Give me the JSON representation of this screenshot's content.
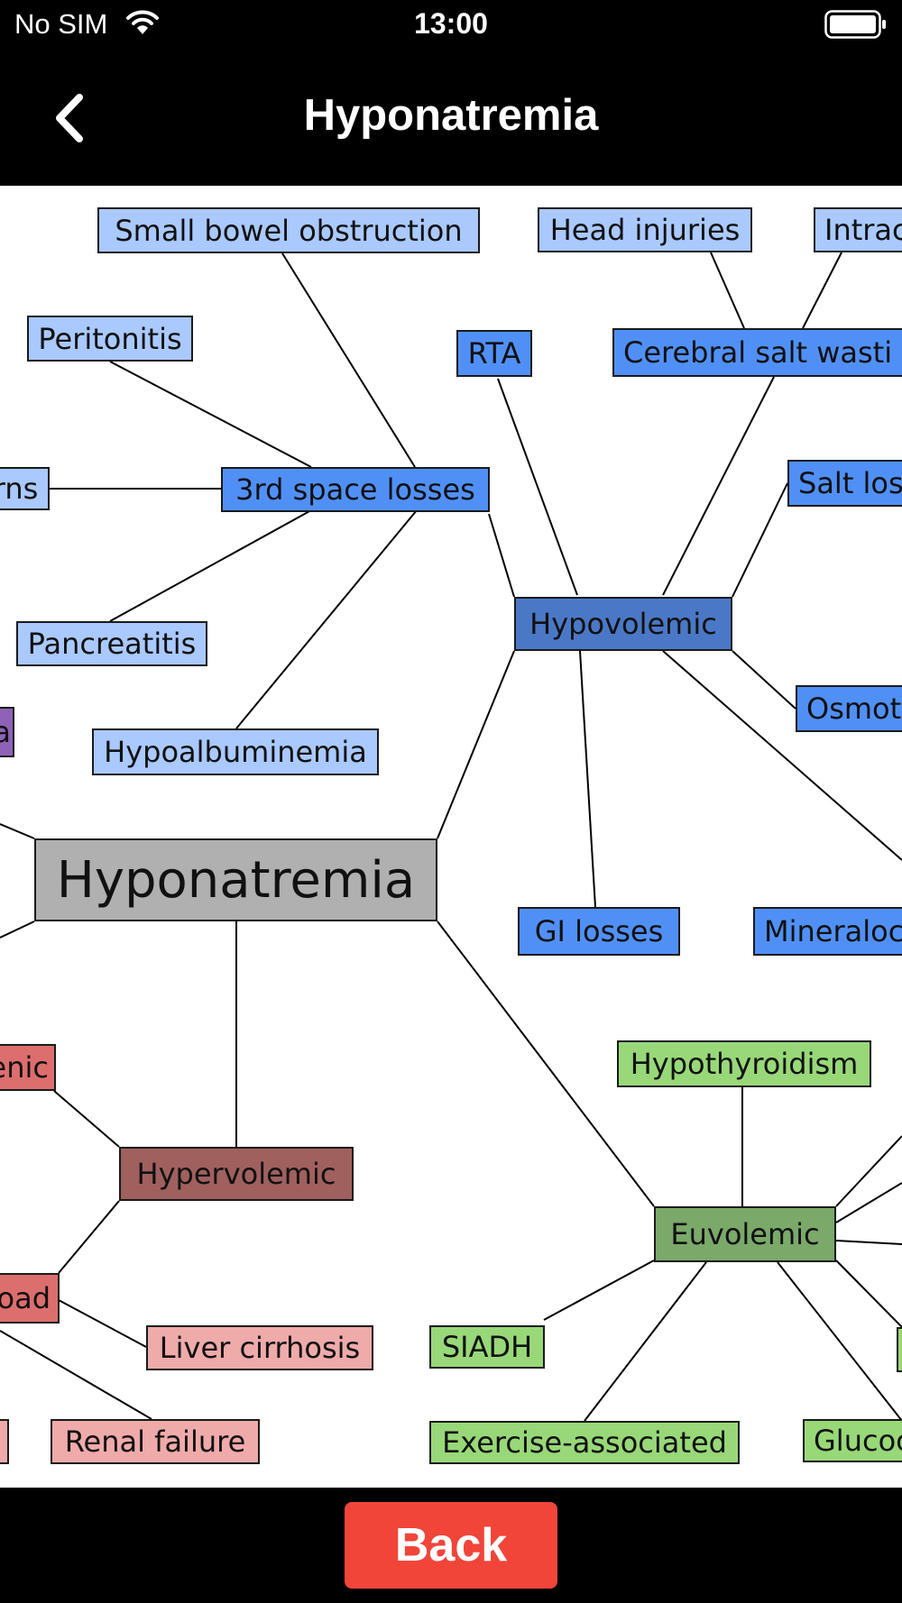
{
  "status_bar": {
    "carrier": "No SIM",
    "wifi_icon": "wifi-icon",
    "time": "13:00",
    "battery_icon": "battery-icon"
  },
  "nav_bar": {
    "back_icon": "chevron-left-icon",
    "title": "Hyponatremia"
  },
  "mind_map": {
    "root": "Hyponatremia",
    "branches": {
      "hypovolemic": {
        "label": "Hypovolemic",
        "children": [
          "RTA",
          "Cerebral salt wasti",
          "Salt los",
          "Osmot",
          "Mineraloc",
          "GI losses",
          "3rd space losses"
        ],
        "third_space_losses": [
          "Small bowel obstruction",
          "Peritonitis",
          "rns",
          "Pancreatitis",
          "Hypoalbuminemia"
        ],
        "cerebral_salt_wasting": [
          "Head injuries",
          "Intrac"
        ]
      },
      "hypervolemic": {
        "label": "Hypervolemic",
        "children": [
          "enic",
          "oad"
        ],
        "overload_children": [
          "Liver cirrhosis",
          "Renal failure"
        ]
      },
      "euvolemic": {
        "label": "Euvolemic",
        "children": [
          "Hypothyroidism",
          "SIADH",
          "Exercise-associated",
          "Glucoc"
        ]
      },
      "other_partial": [
        "a"
      ]
    }
  },
  "colors": {
    "hypovolemic_branch": "#4a78c6",
    "hypervolemic_branch": "#a0605e",
    "euvolemic_branch": "#7aa96a",
    "root": "#b0b0b0",
    "back_button": "#f1453a"
  },
  "footer": {
    "back_label": "Back"
  }
}
